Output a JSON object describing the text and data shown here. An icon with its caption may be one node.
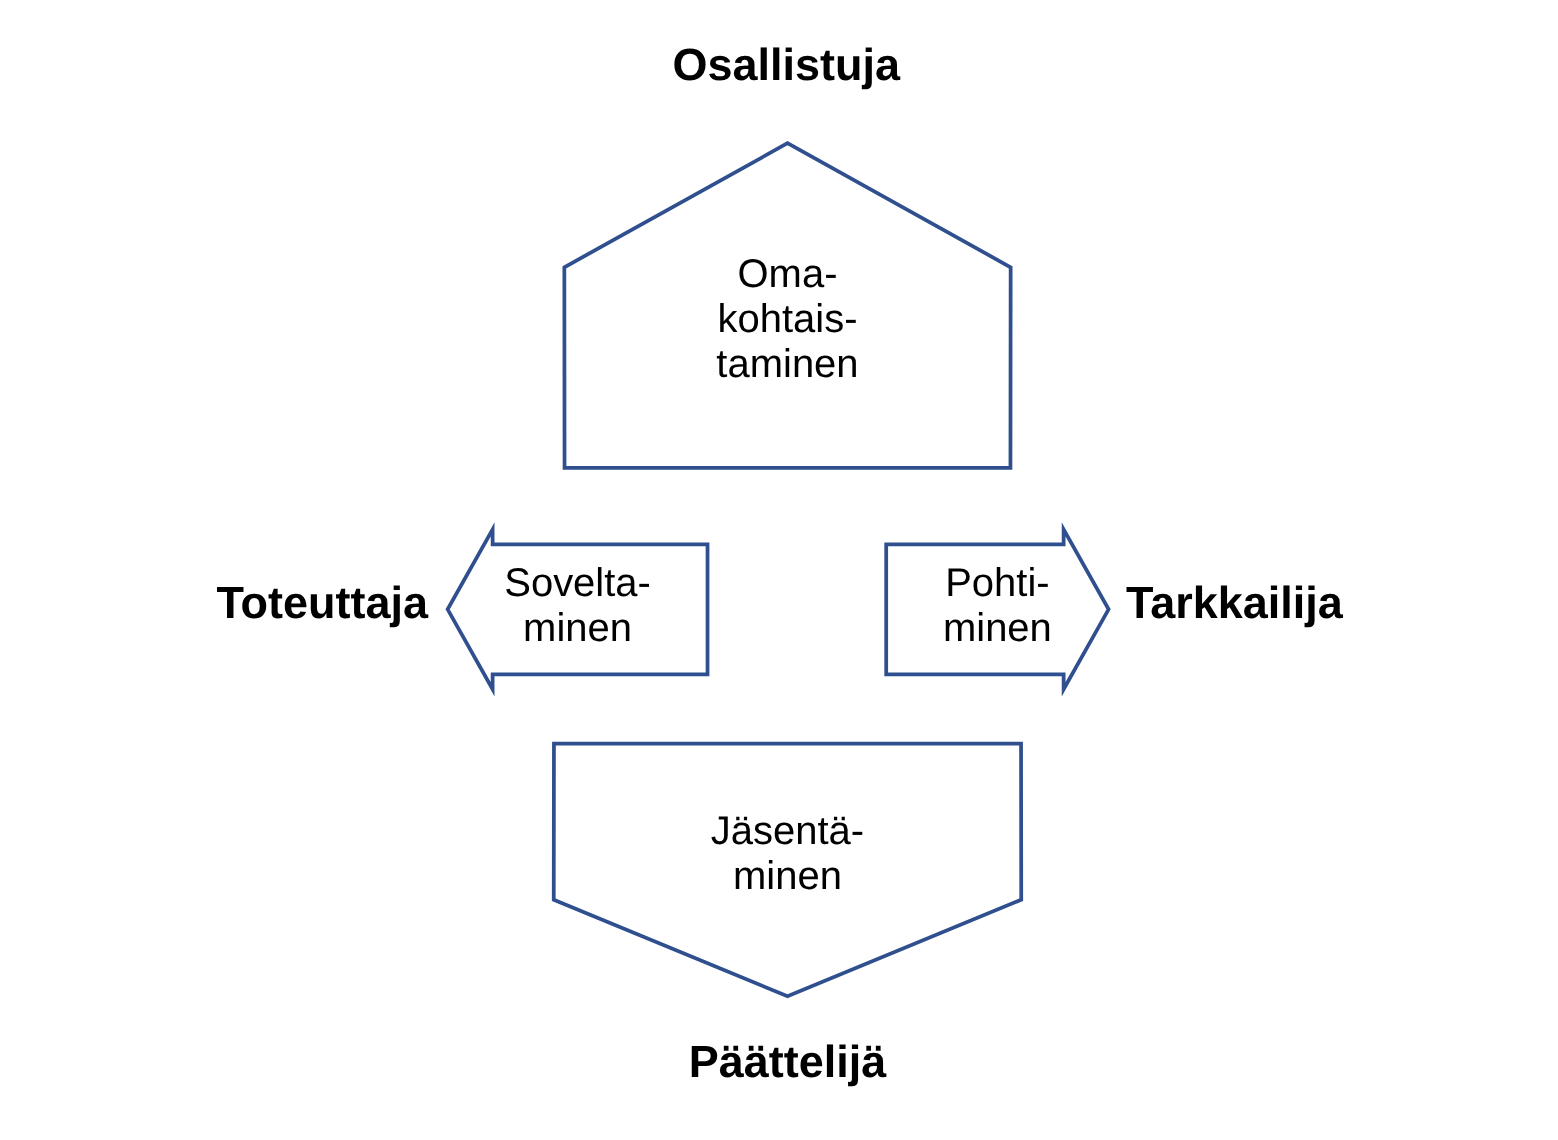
{
  "diagram": {
    "nodes": [
      {
        "text": [
          "Oma- kohtais- taminen"
        ],
        "beside": [
          "Osallistuja"
        ]
      },
      {
        "text": [
          "Sovelta- minen"
        ],
        "beside": [
          "Toteuttaja"
        ]
      },
      {
        "text": [
          "Pohti- minen"
        ],
        "beside": [
          "Tarkkailija"
        ]
      },
      {
        "text": [
          "Jäsentä- minen"
        ],
        "beside": [
          "Päättelijä"
        ]
      }
    ]
  }
}
